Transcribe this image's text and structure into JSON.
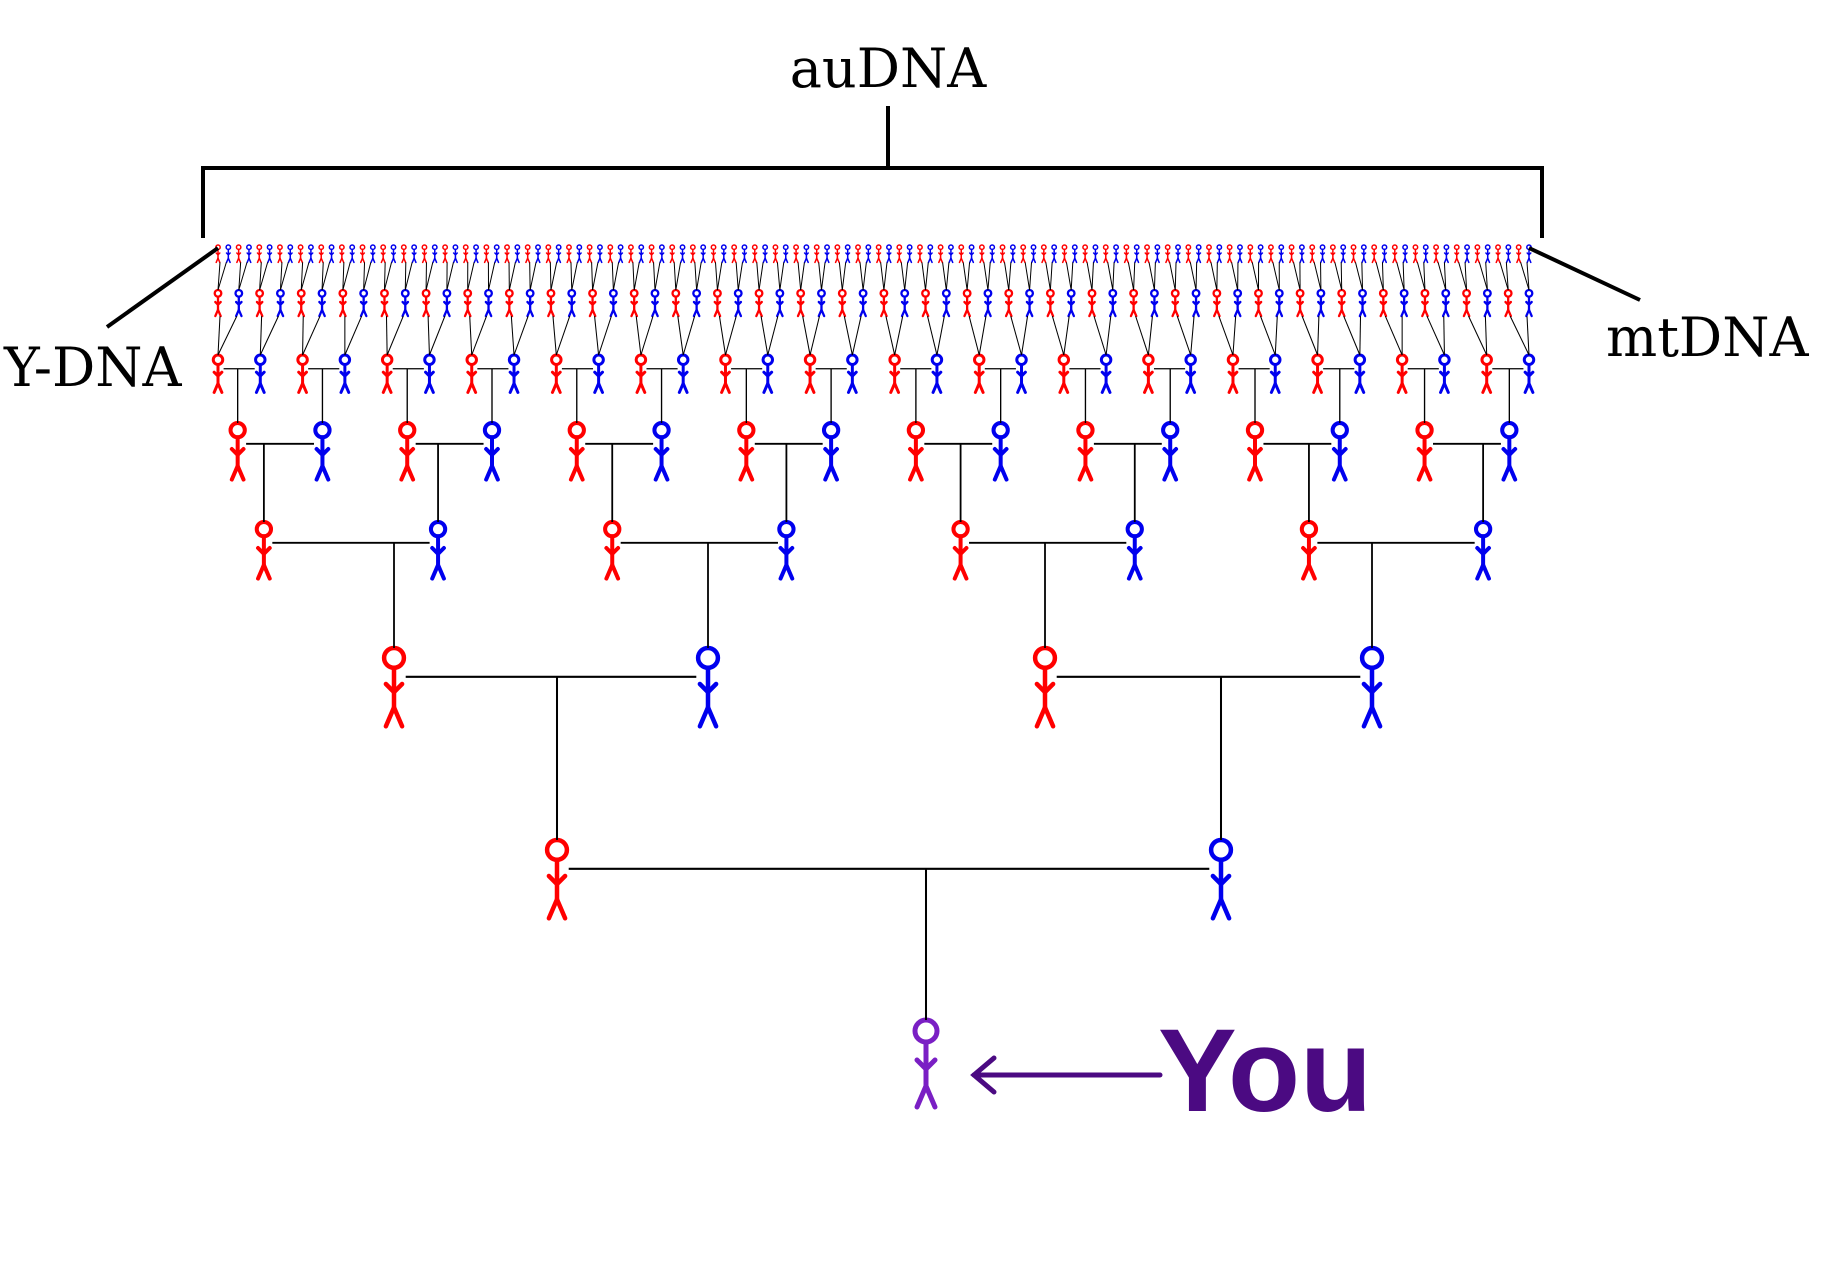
{
  "labels": {
    "top": "auDNA",
    "left": "Y-DNA",
    "right": "mtDNA",
    "you": "You"
  },
  "colors": {
    "male": "#ff0000",
    "female": "#0000ee",
    "you": "#7a1fc4",
    "you_text": "#4b0a82",
    "line": "#000000"
  },
  "generations": 8
}
